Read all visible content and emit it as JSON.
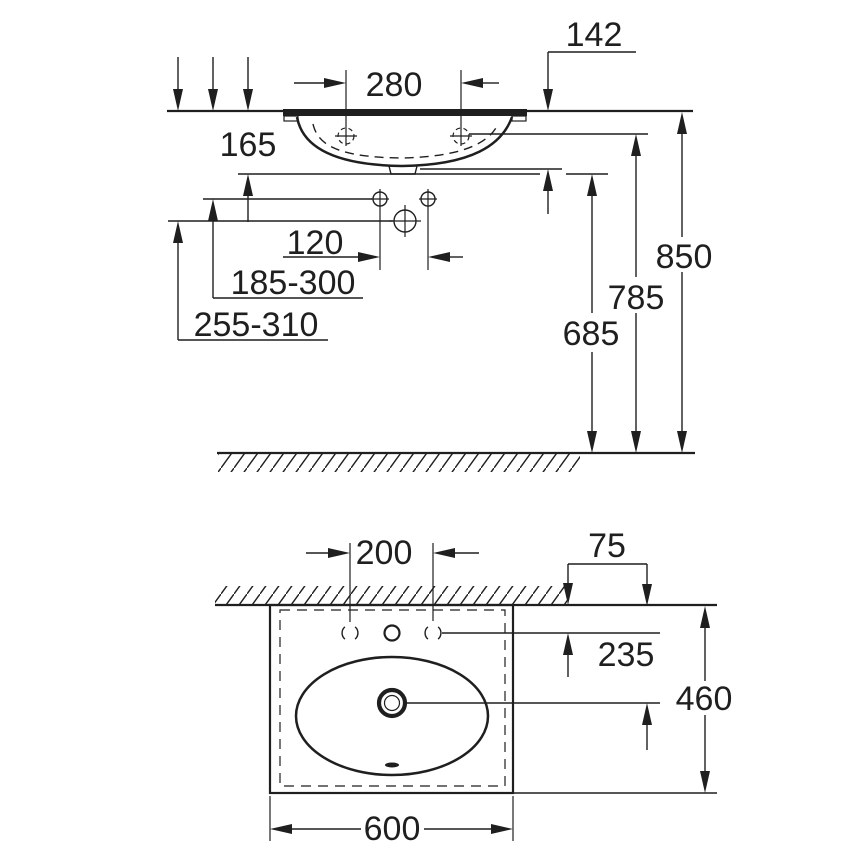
{
  "drawing": {
    "type": "washbasin installation dimensional drawing",
    "front_view": {
      "dim_fixing_hole_spacing": "280",
      "dim_wall_to_back_underside": "142",
      "dim_rim_to_underside": "165",
      "dim_anchor_spacing": "120",
      "dim_anchor_height_range": "185-300",
      "dim_trap_height_range": "255-310",
      "dim_floor_to_underside": "685",
      "dim_floor_to_hole_line": "785",
      "dim_floor_to_rim": "850"
    },
    "plan_view": {
      "dim_tap_hole_spacing": "200",
      "dim_wall_to_tap_holes": "75",
      "dim_wall_to_drain": "235",
      "dim_depth": "460",
      "dim_width": "600"
    },
    "colors": {
      "line": "#1f1f1f",
      "background": "#ffffff"
    }
  }
}
